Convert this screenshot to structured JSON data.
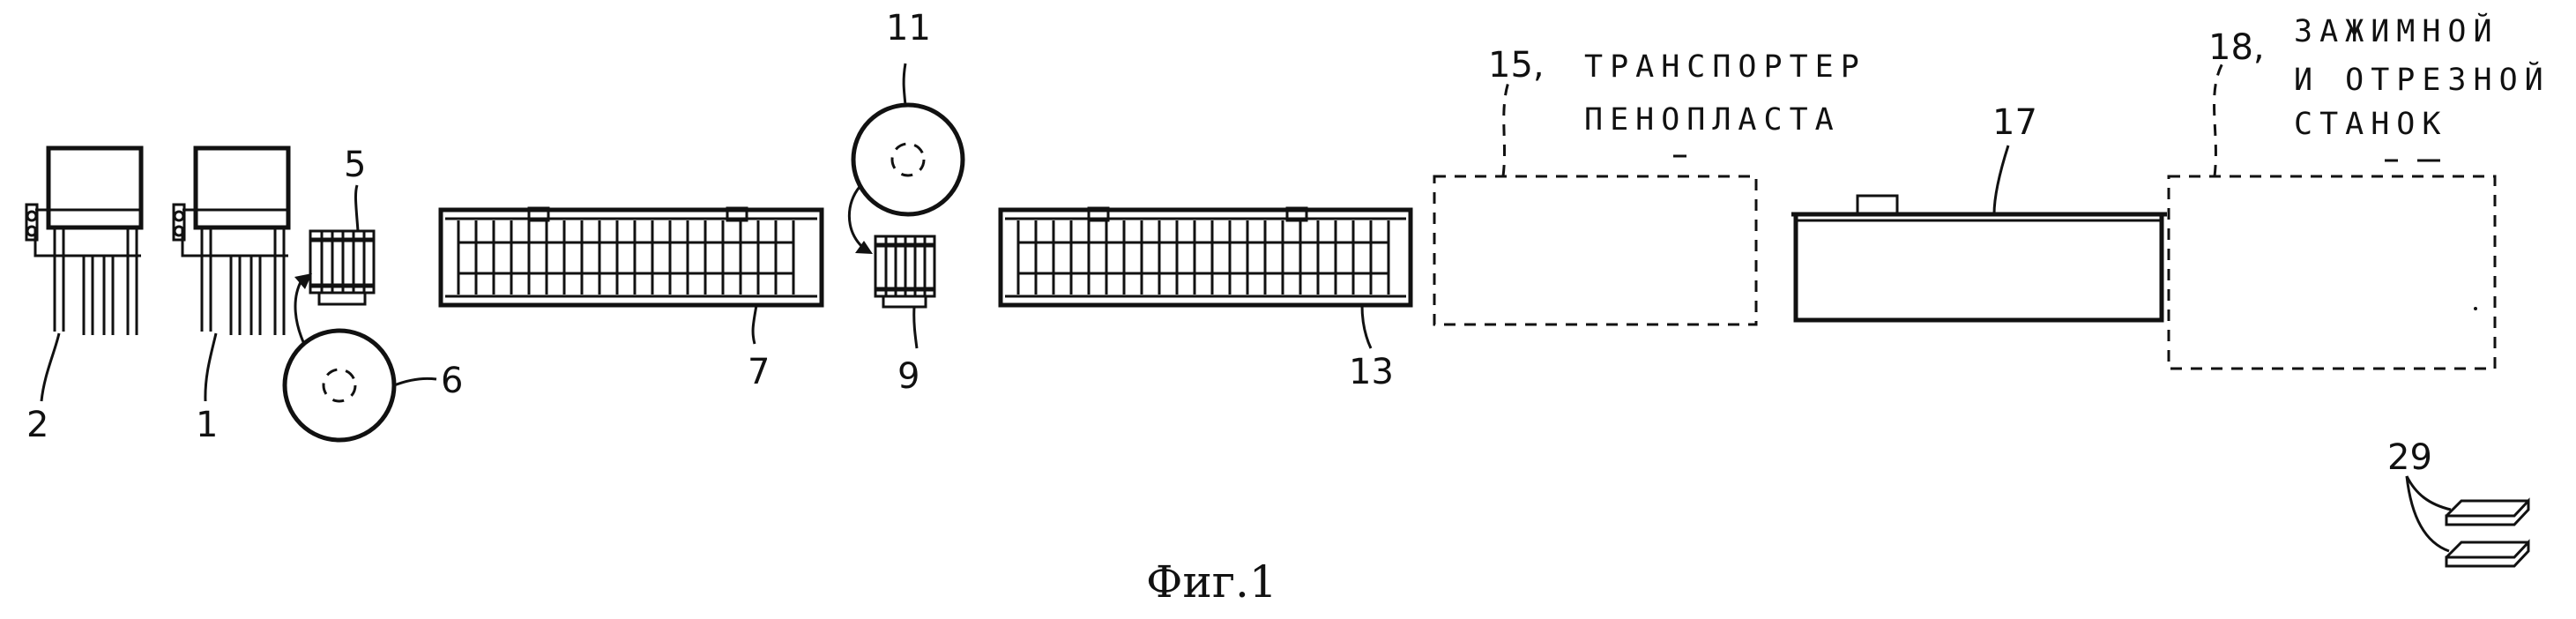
{
  "figure": {
    "caption": "Фиг.1",
    "labels": {
      "n1": "1",
      "n2": "2",
      "n5": "5",
      "n6": "6",
      "n7": "7",
      "n9": "9",
      "n11": "11",
      "n13": "13",
      "n15": "15,",
      "foam_line1": "ТРАНСПОРТЕР",
      "foam_line2": "ПЕНОПЛАСТА",
      "n17": "17",
      "n18": "18,",
      "cut_line1": "ЗАЖИМНОЙ",
      "cut_line2": "И ОТРЕЗНОЙ",
      "cut_line3": "СТАНОК",
      "n29": "29"
    }
  }
}
